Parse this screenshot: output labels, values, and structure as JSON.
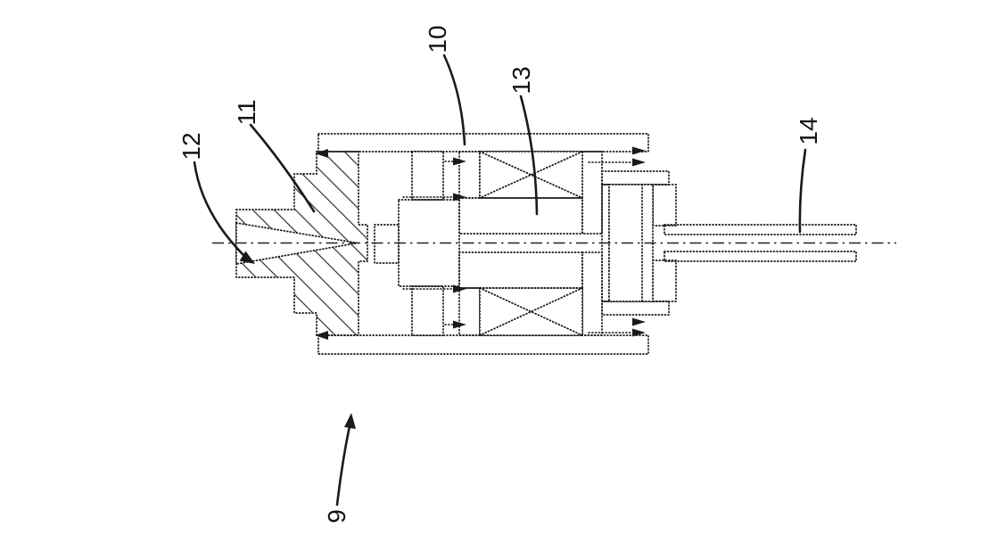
{
  "figure": {
    "type": "patent_sectional_drawing",
    "background": "#ffffff",
    "ink": "#1a1a1a",
    "halftone_gray": "#707070",
    "description": "Cross-section of a cylindrical solenoid/injector assembly with housing, coil windings, armature, nozzle cone and output shaft on a horizontal centerline",
    "reference_numerals": [
      {
        "id": "ref-9",
        "text": "9"
      },
      {
        "id": "ref-10",
        "text": "10"
      },
      {
        "id": "ref-11",
        "text": "11"
      },
      {
        "id": "ref-12",
        "text": "12"
      },
      {
        "id": "ref-13",
        "text": "13"
      },
      {
        "id": "ref-14",
        "text": "14"
      }
    ]
  }
}
